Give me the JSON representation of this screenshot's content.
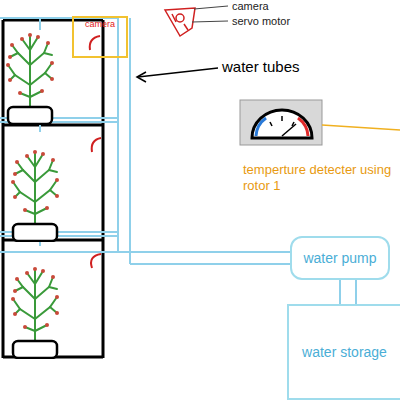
{
  "diagram": {
    "nodes": [
      {
        "text": [
          "camera"
        ]
      },
      {
        "text": [
          "water pump"
        ]
      },
      {
        "text": [
          "water storage"
        ]
      }
    ],
    "edges": [
      {
        "from": 1,
        "to": 2,
        "arrow": "none"
      },
      {
        "from": 1,
        "to": 2,
        "arrow": "none"
      }
    ],
    "labels": [
      "camera",
      "servo motor",
      "water tubes",
      "temperture detecter using rotor 1"
    ]
  }
}
